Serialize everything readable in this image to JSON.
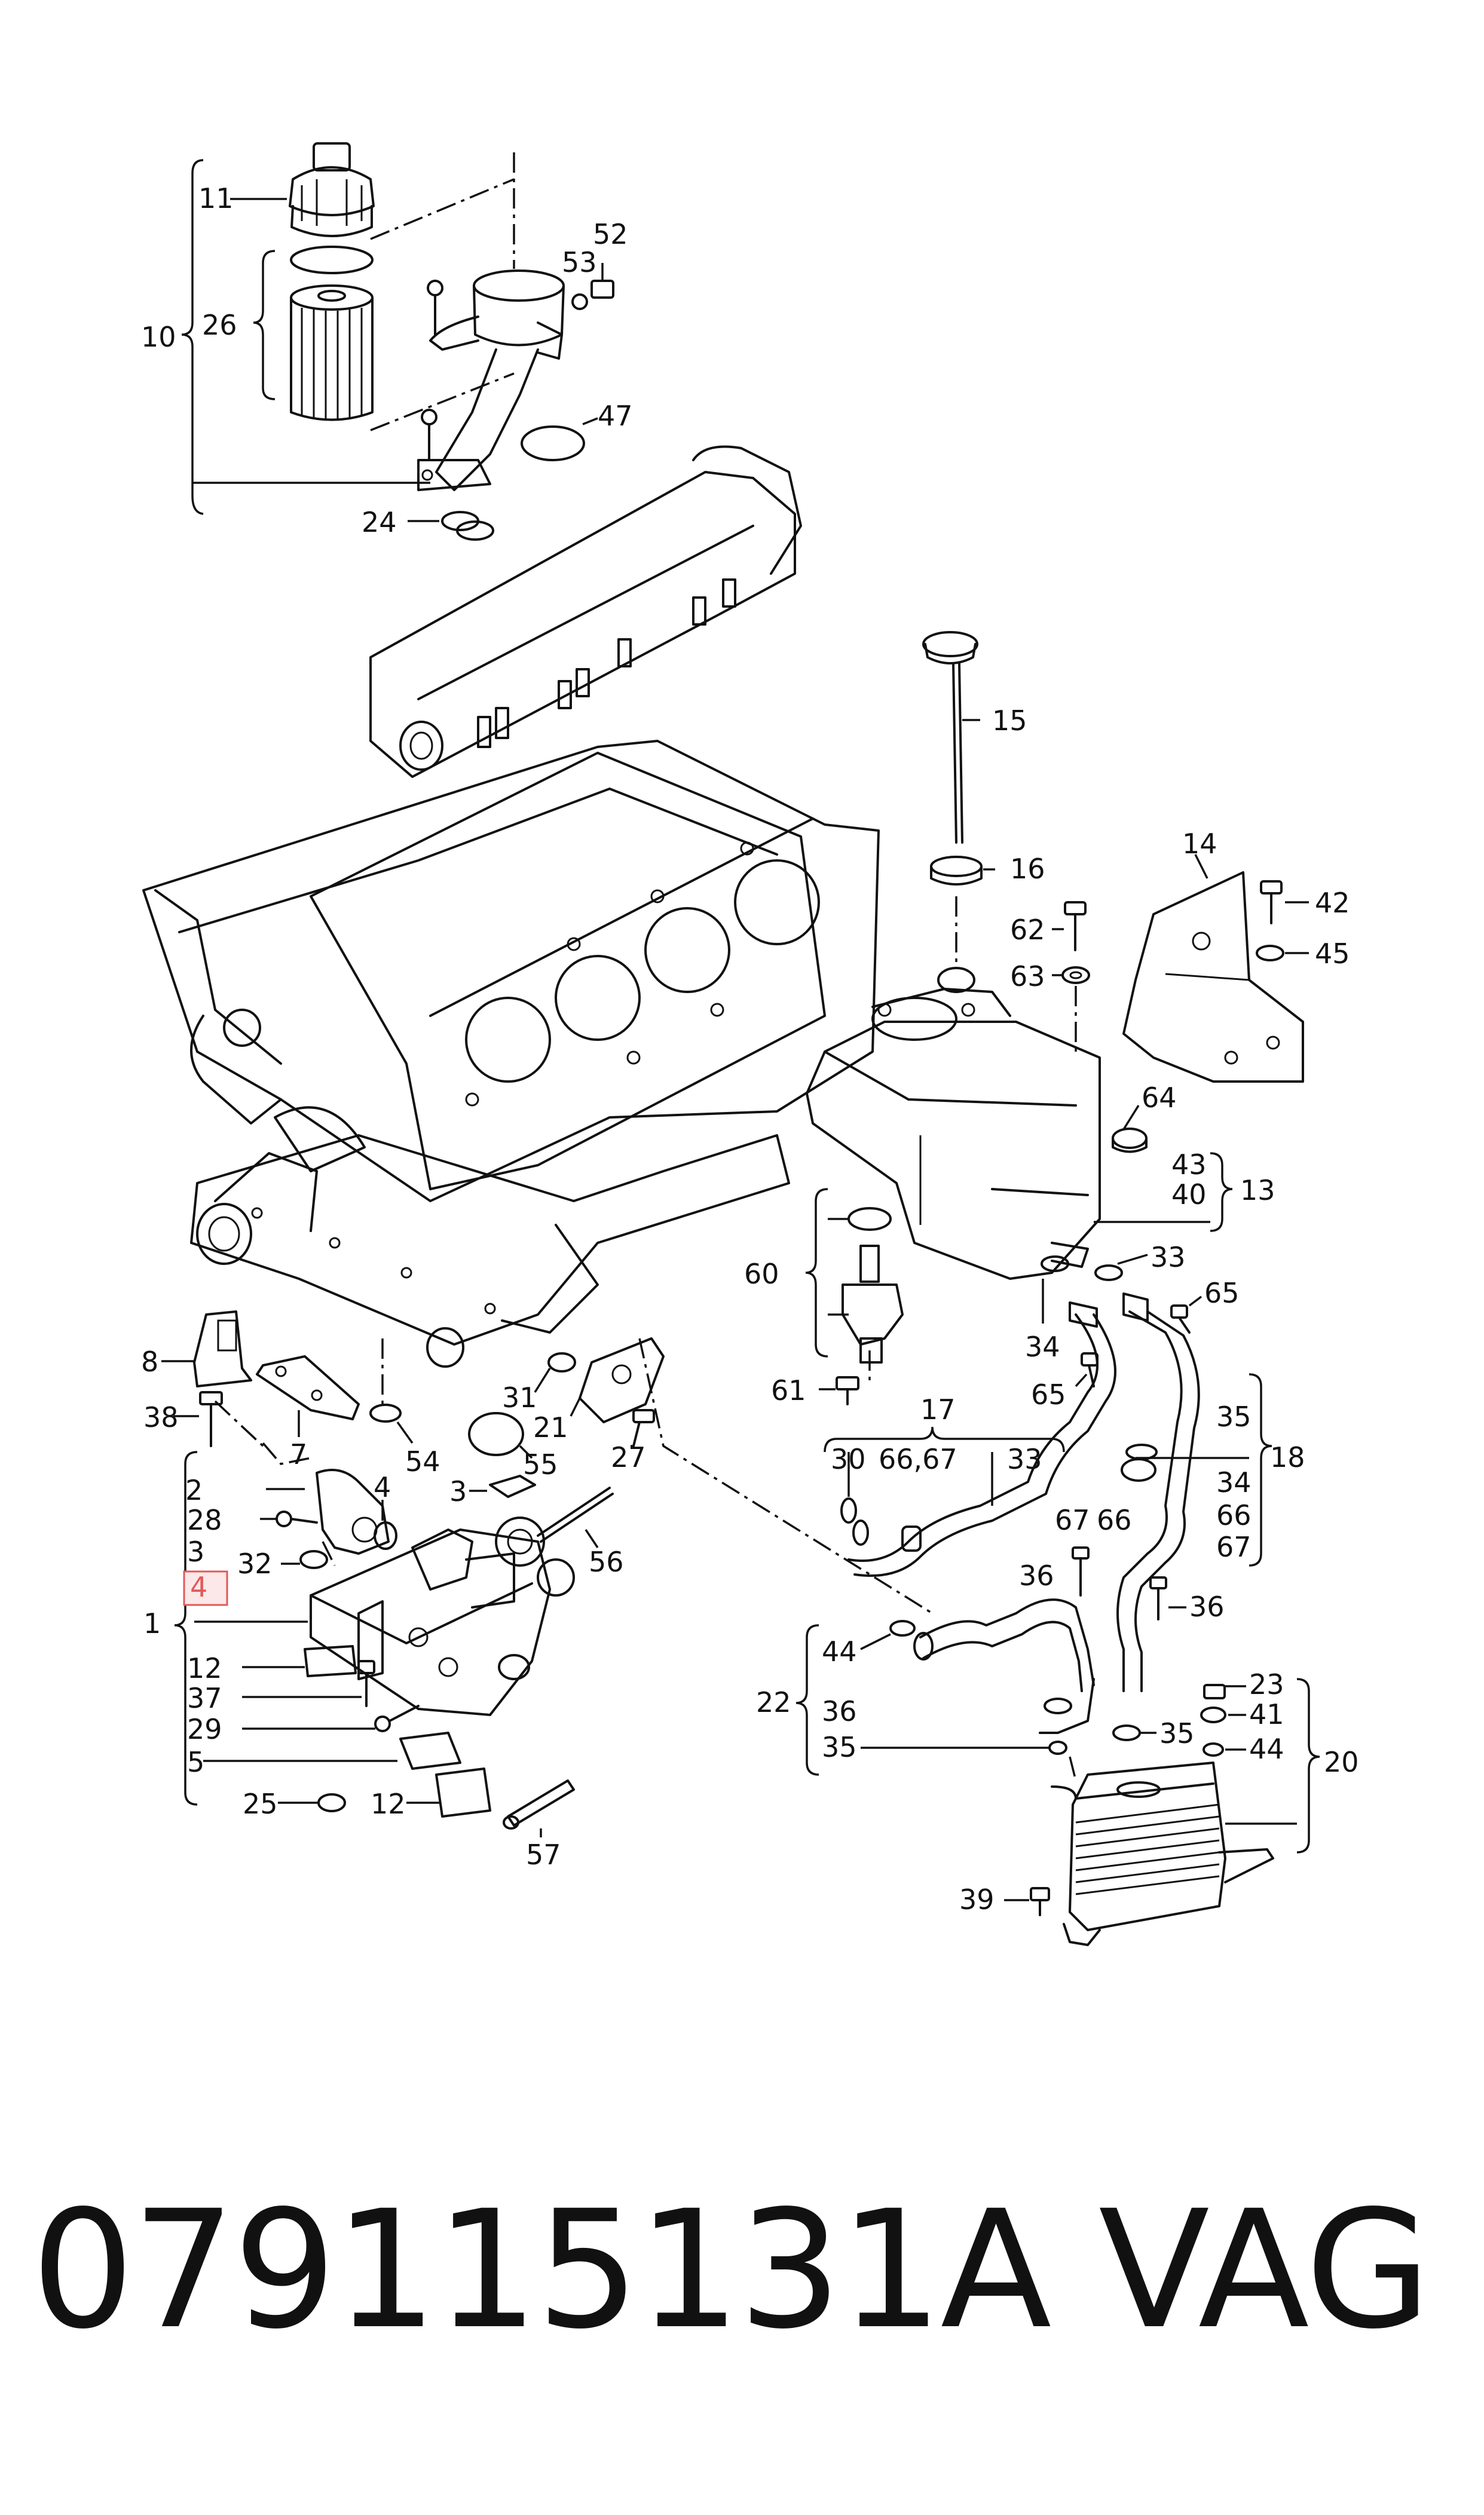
{
  "diagram": {
    "callouts": [
      {
        "id": "c11",
        "text": "11"
      },
      {
        "id": "c26",
        "text": "26"
      },
      {
        "id": "c10",
        "text": "10"
      },
      {
        "id": "c52",
        "text": "52"
      },
      {
        "id": "c53",
        "text": "53"
      },
      {
        "id": "c47",
        "text": "47"
      },
      {
        "id": "c24",
        "text": "24"
      },
      {
        "id": "c15",
        "text": "15"
      },
      {
        "id": "c16",
        "text": "16"
      },
      {
        "id": "c14",
        "text": "14"
      },
      {
        "id": "c42",
        "text": "42"
      },
      {
        "id": "c45",
        "text": "45"
      },
      {
        "id": "c62",
        "text": "62"
      },
      {
        "id": "c63",
        "text": "63"
      },
      {
        "id": "c64",
        "text": "64"
      },
      {
        "id": "c43",
        "text": "43"
      },
      {
        "id": "c40",
        "text": "40"
      },
      {
        "id": "c13",
        "text": "13"
      },
      {
        "id": "c60",
        "text": "60"
      },
      {
        "id": "c33a",
        "text": "33"
      },
      {
        "id": "c65a",
        "text": "65"
      },
      {
        "id": "c34a",
        "text": "34"
      },
      {
        "id": "c65b",
        "text": "65"
      },
      {
        "id": "c61",
        "text": "61"
      },
      {
        "id": "c17",
        "text": "17"
      },
      {
        "id": "c35a",
        "text": "35"
      },
      {
        "id": "c18",
        "text": "18"
      },
      {
        "id": "c30",
        "text": "30"
      },
      {
        "id": "c6667a",
        "text": "66,67"
      },
      {
        "id": "c33b",
        "text": "33"
      },
      {
        "id": "c34b",
        "text": "34"
      },
      {
        "id": "c66a",
        "text": "66"
      },
      {
        "id": "c67a",
        "text": "67"
      },
      {
        "id": "c67b",
        "text": "67"
      },
      {
        "id": "c66b",
        "text": "66"
      },
      {
        "id": "c8",
        "text": "8"
      },
      {
        "id": "c7",
        "text": "7"
      },
      {
        "id": "c54",
        "text": "54"
      },
      {
        "id": "c31",
        "text": "31"
      },
      {
        "id": "c21",
        "text": "21"
      },
      {
        "id": "c55",
        "text": "55"
      },
      {
        "id": "c27",
        "text": "27"
      },
      {
        "id": "c38",
        "text": "38"
      },
      {
        "id": "c2",
        "text": "2"
      },
      {
        "id": "c4a",
        "text": "4"
      },
      {
        "id": "c3a",
        "text": "3"
      },
      {
        "id": "c28",
        "text": "28"
      },
      {
        "id": "c3b",
        "text": "3"
      },
      {
        "id": "c56",
        "text": "56"
      },
      {
        "id": "c4b",
        "text": "4"
      },
      {
        "id": "c32",
        "text": "32"
      },
      {
        "id": "c1",
        "text": "1"
      },
      {
        "id": "c12a",
        "text": "12"
      },
      {
        "id": "c37",
        "text": "37"
      },
      {
        "id": "c29",
        "text": "29"
      },
      {
        "id": "c5",
        "text": "5"
      },
      {
        "id": "c25",
        "text": "25"
      },
      {
        "id": "c12b",
        "text": "12"
      },
      {
        "id": "c57",
        "text": "57"
      },
      {
        "id": "c36a",
        "text": "36"
      },
      {
        "id": "c36b",
        "text": "36"
      },
      {
        "id": "c44a",
        "text": "44"
      },
      {
        "id": "c22",
        "text": "22"
      },
      {
        "id": "c36c",
        "text": "36"
      },
      {
        "id": "c35b",
        "text": "35"
      },
      {
        "id": "c23",
        "text": "23"
      },
      {
        "id": "c41",
        "text": "41"
      },
      {
        "id": "c35c",
        "text": "35"
      },
      {
        "id": "c44b",
        "text": "44"
      },
      {
        "id": "c20",
        "text": "20"
      },
      {
        "id": "c39",
        "text": "39"
      }
    ],
    "highlighted_callout": "c4b",
    "highlight_color": "#e05a5a"
  },
  "footer": {
    "part_number": "079115131A",
    "brand": "VAG"
  }
}
